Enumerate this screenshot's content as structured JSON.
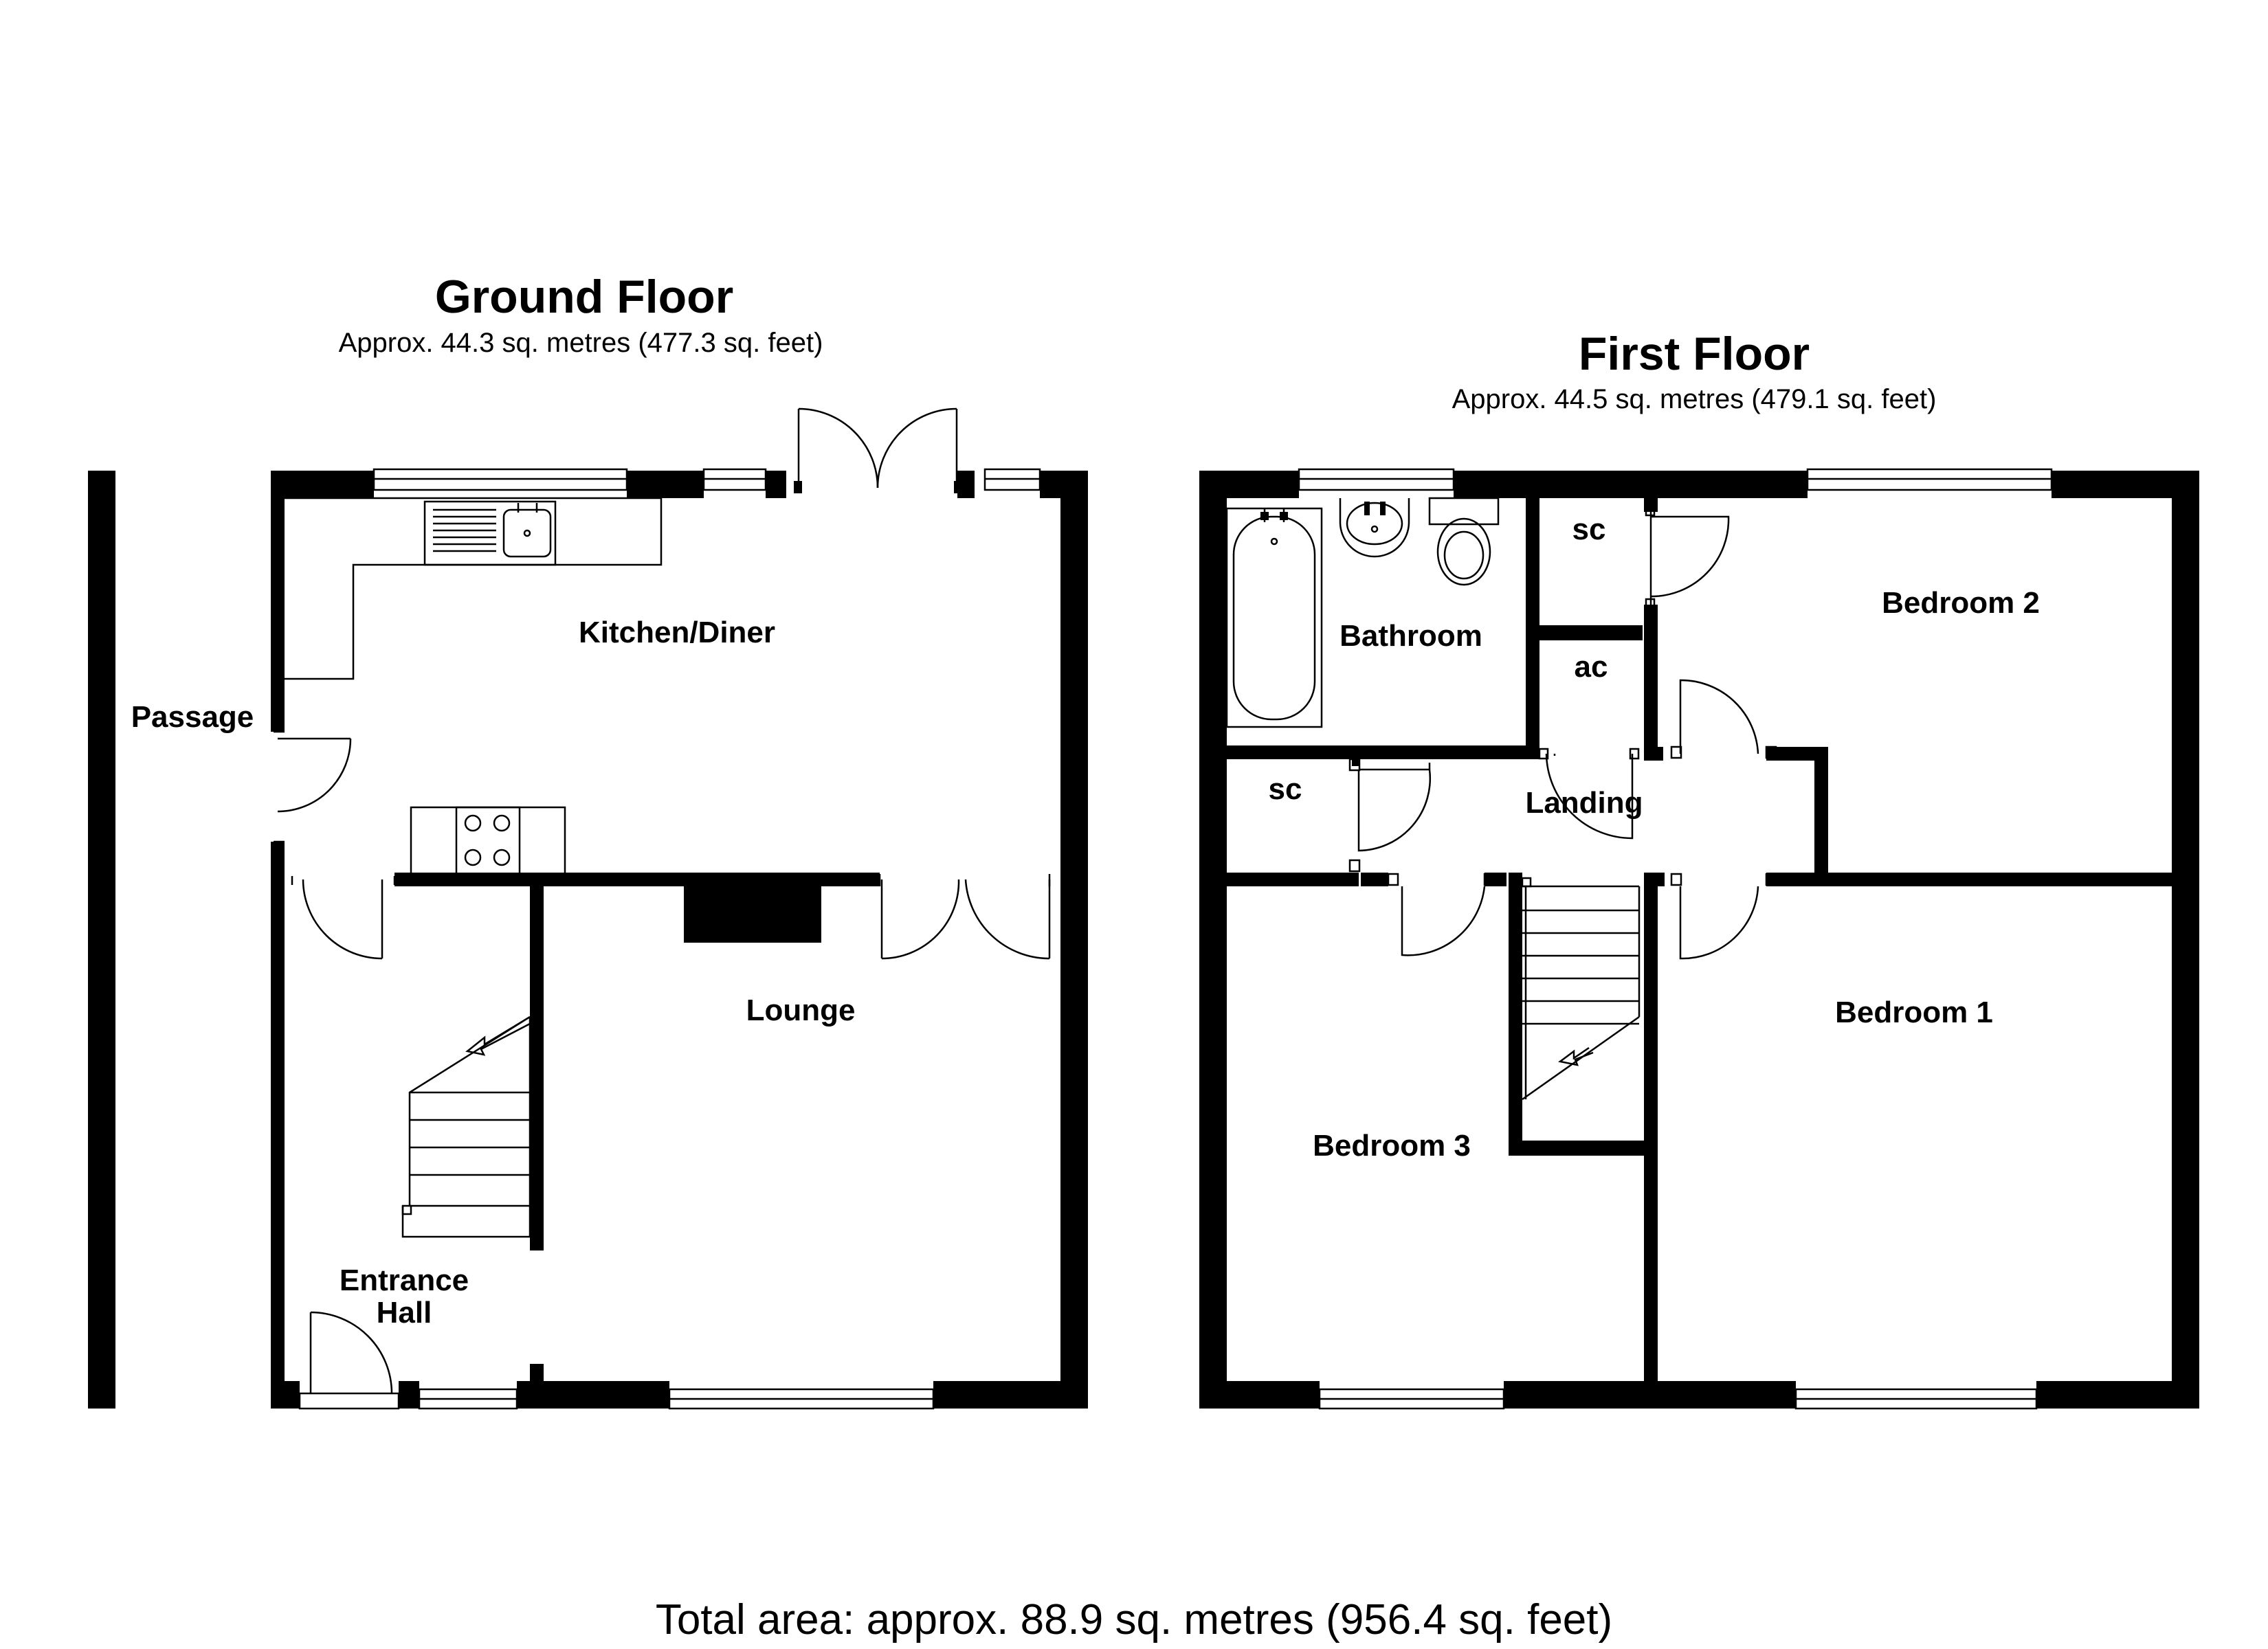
{
  "ground_floor": {
    "title": "Ground Floor",
    "area": "Approx. 44.3 sq. metres (477.3 sq. feet)",
    "rooms": {
      "kitchen": "Kitchen/Diner",
      "passage": "Passage",
      "lounge": "Lounge",
      "entrance_line1": "Entrance",
      "entrance_line2": "Hall"
    }
  },
  "first_floor": {
    "title": "First Floor",
    "area": "Approx. 44.5 sq. metres (479.1 sq. feet)",
    "rooms": {
      "bathroom": "Bathroom",
      "sc_top": "sc",
      "ac": "ac",
      "bedroom2": "Bedroom 2",
      "sc_left": "sc",
      "landing": "Landing",
      "bedroom1": "Bedroom 1",
      "bedroom3": "Bedroom 3"
    }
  },
  "total_area": "Total area: approx. 88.9 sq. metres (956.4 sq. feet)"
}
